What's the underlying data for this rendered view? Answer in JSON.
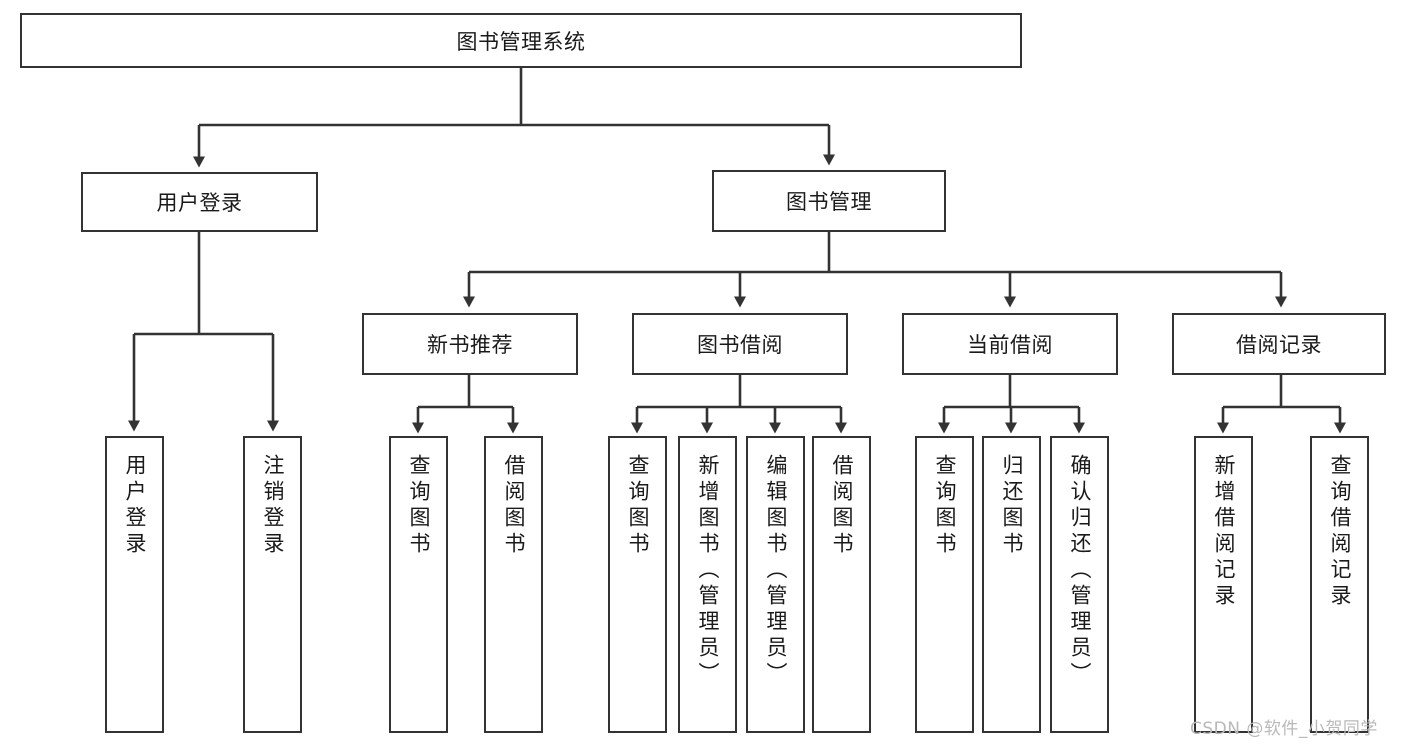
{
  "diagram": {
    "title": "图书管理系统",
    "type": "tree-hierarchy-chart",
    "watermark": "CSDN @软件_小贺同学",
    "colors": {
      "box_border": "#333333",
      "box_fill": "#ffffff",
      "edge": "#333333",
      "text": "#1a1a1a",
      "watermark": "#b9b9b9",
      "background": "#ffffff"
    },
    "nodes": {
      "root": {
        "label": "图书管理系统"
      },
      "level2": [
        {
          "id": "user-login",
          "label": "用户登录"
        },
        {
          "id": "book-management",
          "label": "图书管理"
        }
      ],
      "level3": [
        {
          "id": "new-book-recommend",
          "label": "新书推荐"
        },
        {
          "id": "book-borrow",
          "label": "图书借阅"
        },
        {
          "id": "current-borrow",
          "label": "当前借阅"
        },
        {
          "id": "borrow-record",
          "label": "借阅记录"
        }
      ],
      "leaves": {
        "user-login": [
          {
            "id": "leaf-user-login",
            "label": "用户登录"
          },
          {
            "id": "leaf-user-logout",
            "label": "注销登录"
          }
        ],
        "new-book-recommend": [
          {
            "id": "leaf-query-book-1",
            "label": "查询图书"
          },
          {
            "id": "leaf-borrow-book-1",
            "label": "借阅图书"
          }
        ],
        "book-borrow": [
          {
            "id": "leaf-query-book-2",
            "label": "查询图书"
          },
          {
            "id": "leaf-add-book",
            "label": "新增图书（管理员）"
          },
          {
            "id": "leaf-edit-book",
            "label": "编辑图书（管理员）"
          },
          {
            "id": "leaf-borrow-book-2",
            "label": "借阅图书"
          }
        ],
        "current-borrow": [
          {
            "id": "leaf-query-book-3",
            "label": "查询图书"
          },
          {
            "id": "leaf-return-book",
            "label": "归还图书"
          },
          {
            "id": "leaf-confirm-return",
            "label": "确认归还（管理员）"
          }
        ],
        "borrow-record": [
          {
            "id": "leaf-add-record",
            "label": "新增借阅记录"
          },
          {
            "id": "leaf-query-record",
            "label": "查询借阅记录"
          }
        ]
      }
    }
  }
}
